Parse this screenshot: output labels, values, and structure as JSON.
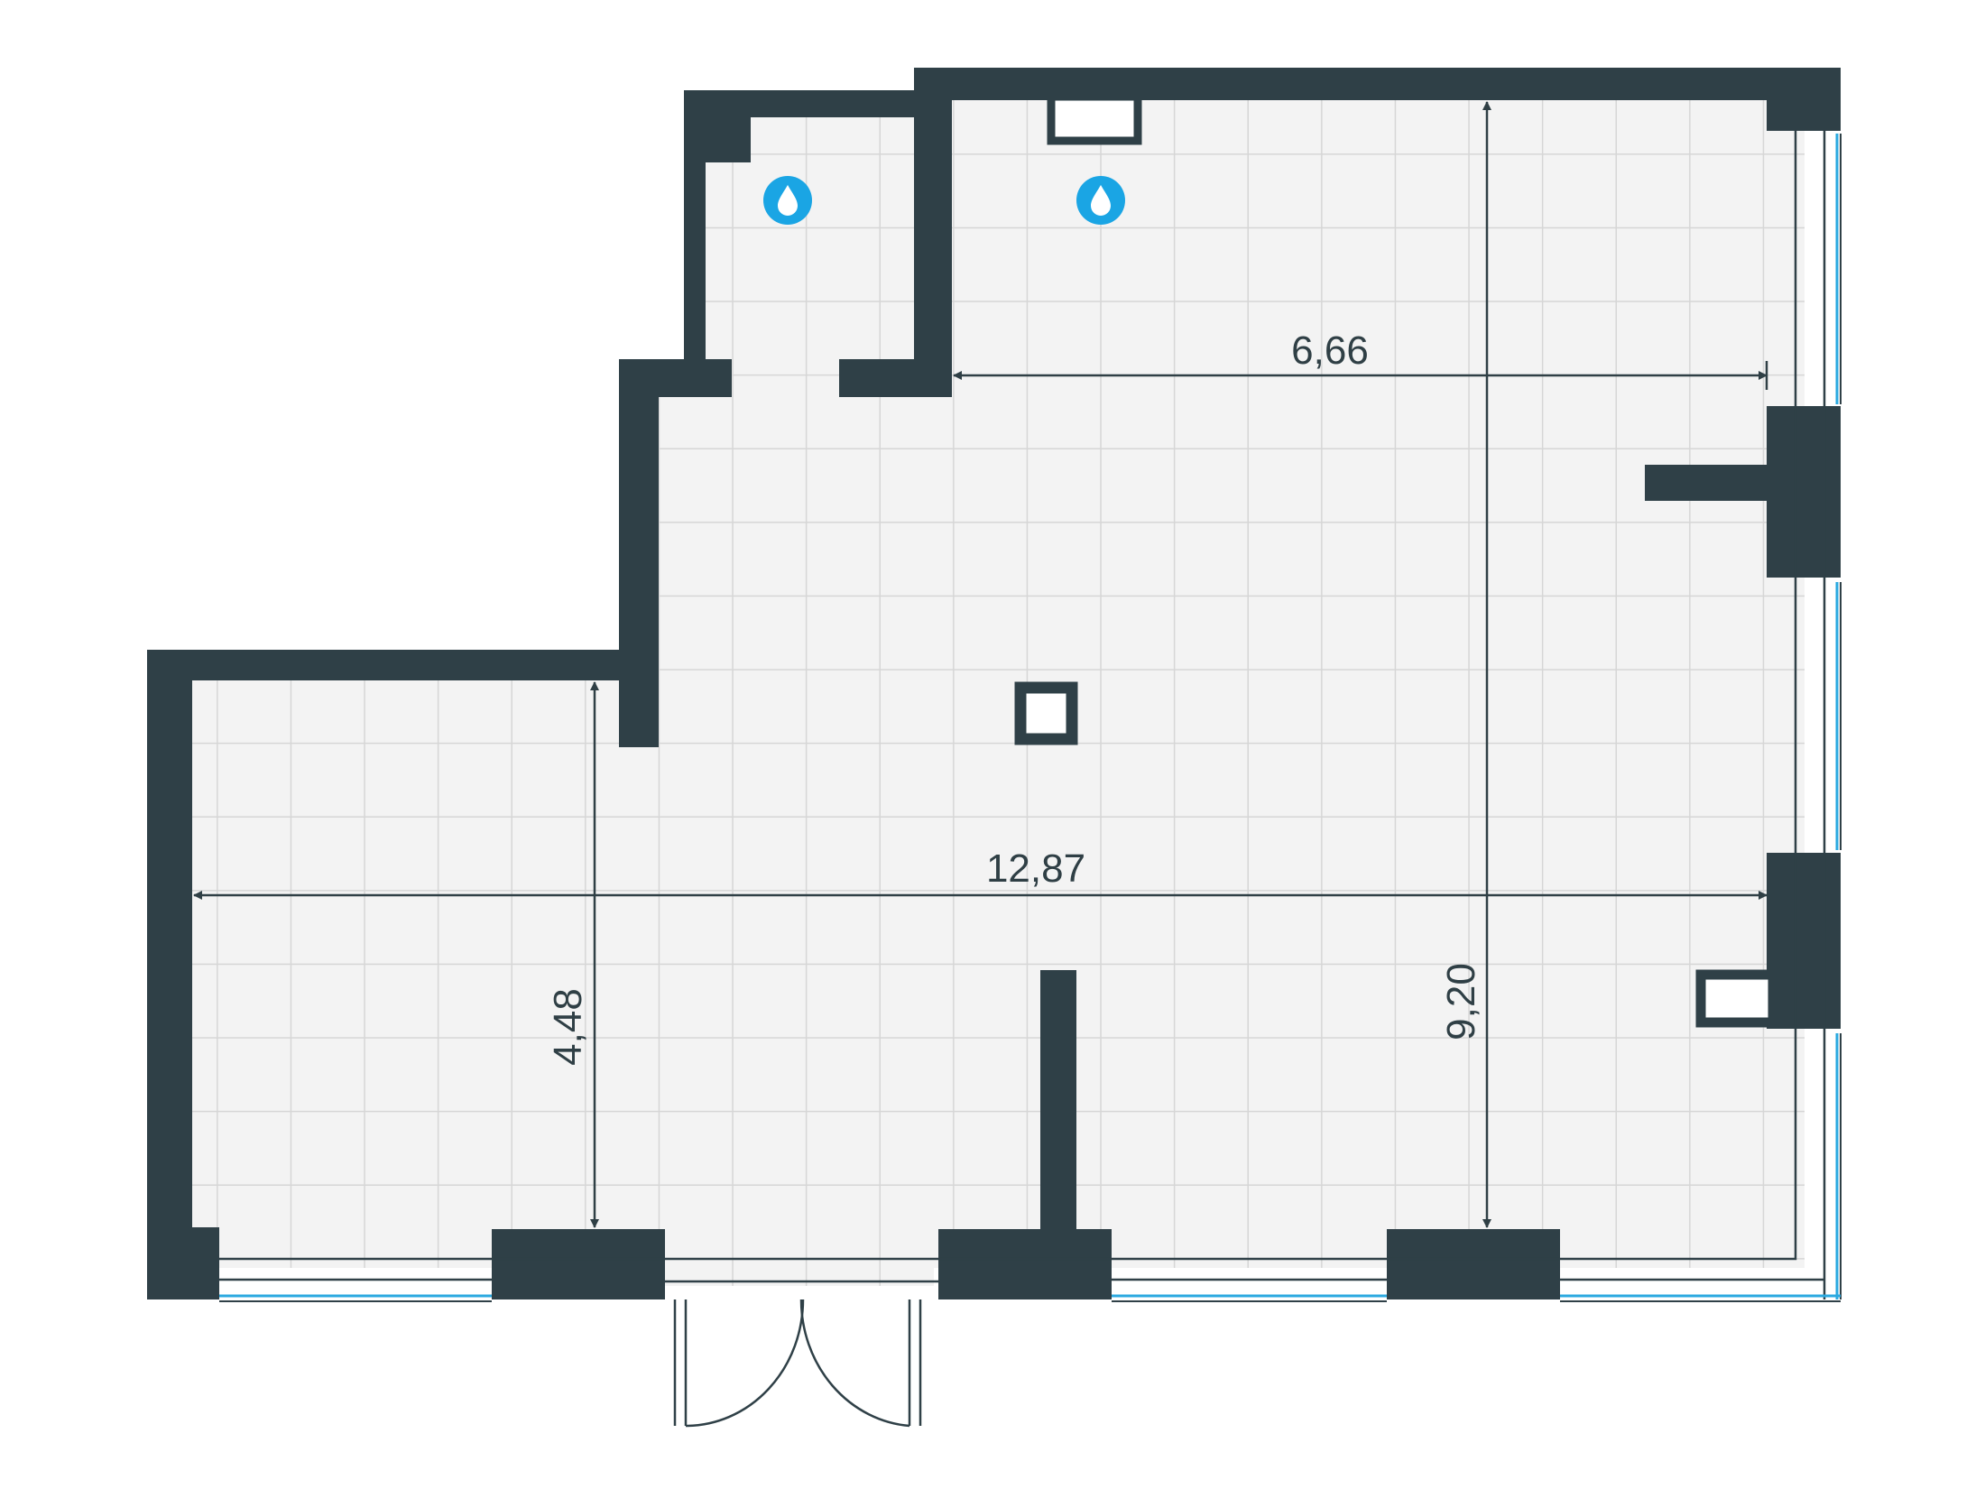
{
  "dimensions": {
    "top_width": "6,66",
    "total_width": "12,87",
    "left_depth": "4,48",
    "total_depth": "9,20"
  },
  "colors": {
    "wall": "#2f4047",
    "grid": "#d6d6d6",
    "floor": "#f3f3f3",
    "glass": "#2aa9e0",
    "water": "#1aa5e4",
    "dimension": "#2f3f45"
  },
  "icons": {
    "water_point_1": "water-drop-icon",
    "water_point_2": "water-drop-icon"
  }
}
